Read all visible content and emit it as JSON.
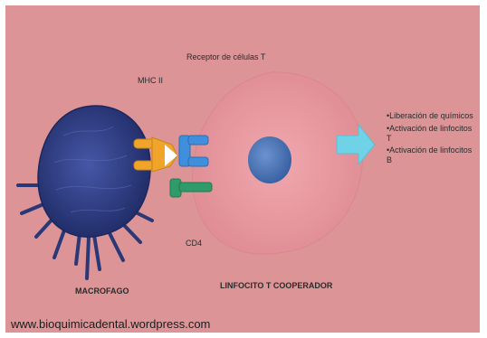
{
  "labels": {
    "receptor": "Receptor de células T",
    "mhc": "MHC II",
    "cd4": "CD4",
    "macrofago": "MACROFAGO",
    "linfocito": "LINFOCITO T COOPERADOR"
  },
  "outcomes": [
    "•Liberación de químicos",
    "•Activación de linfocitos T",
    "•Activación de linfocitos B"
  ],
  "watermark": "www.bioquimicadental.wordpress.com",
  "colors": {
    "background": "#dc9496",
    "t_cell": "#e89ea4",
    "nucleus": "#4a76b5",
    "macrophage": "#2f3f86",
    "mhc": "#f0a52a",
    "receptor": "#3f8fdc",
    "cd4": "#2f9a6a",
    "arrow": "#6fd2e6"
  }
}
